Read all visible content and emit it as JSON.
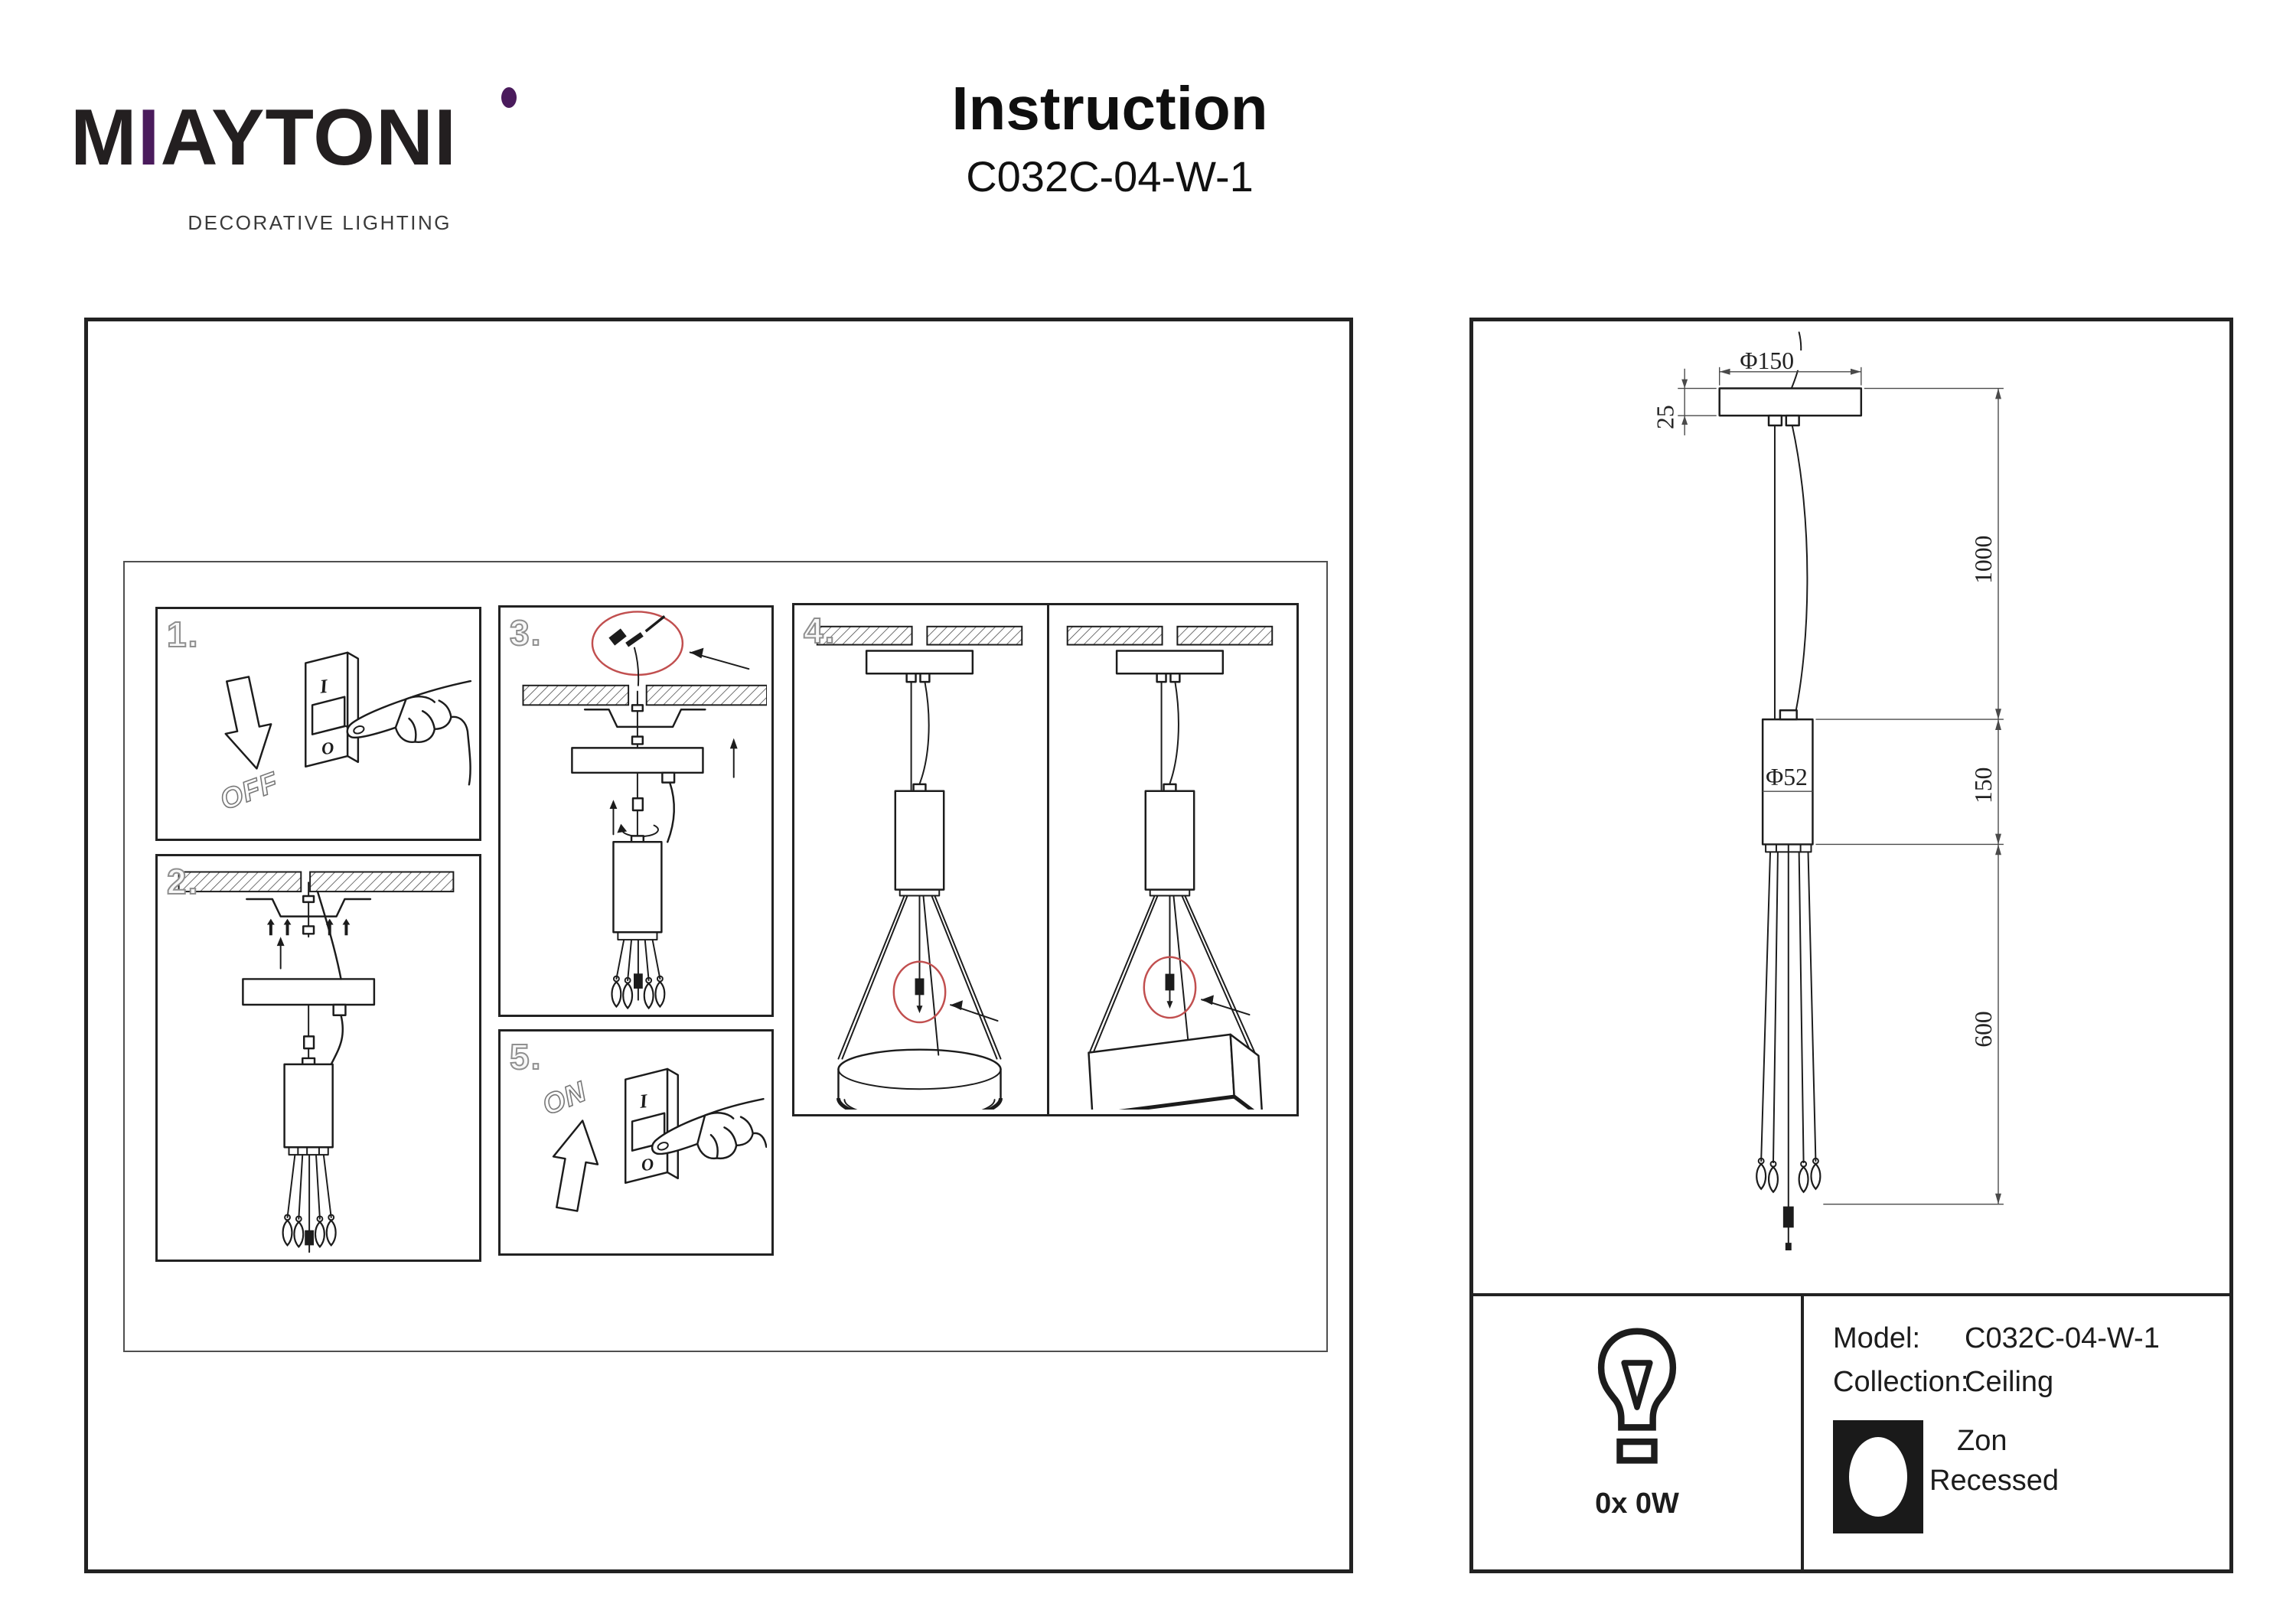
{
  "logo": {
    "part1": "M",
    "accent_bar": "I",
    "part2": "AYTONI",
    "tagline": "DECORATIVE LIGHTING"
  },
  "header": {
    "title": "Instruction",
    "model_code": "C032C-04-W-1"
  },
  "steps": {
    "s1": {
      "num": "1.",
      "switch_top": "I",
      "switch_bottom": "O",
      "label": "OFF"
    },
    "s2": {
      "num": "2."
    },
    "s3": {
      "num": "3."
    },
    "s4": {
      "num": "4."
    },
    "s5": {
      "num": "5.",
      "switch_top": "I",
      "switch_bottom": "O",
      "label": "ON"
    }
  },
  "drawing": {
    "canopy_diameter": "Φ150",
    "canopy_thickness": "25",
    "suspension_length": "1000",
    "driver_diameter": "Φ52",
    "driver_length": "150",
    "cable_length": "600"
  },
  "spec": {
    "lamp_count": "0x 0W",
    "model_label": "Model:",
    "model_value": "C032C-04-W-1",
    "collection_label": "Collection:",
    "collection_value": "Ceiling",
    "collection_series": "Zon",
    "collection_type": "Recessed"
  },
  "colors": {
    "brand_accent": "#4a1b5c",
    "line": "#1c1c1c",
    "highlight": "#c14f4f"
  }
}
